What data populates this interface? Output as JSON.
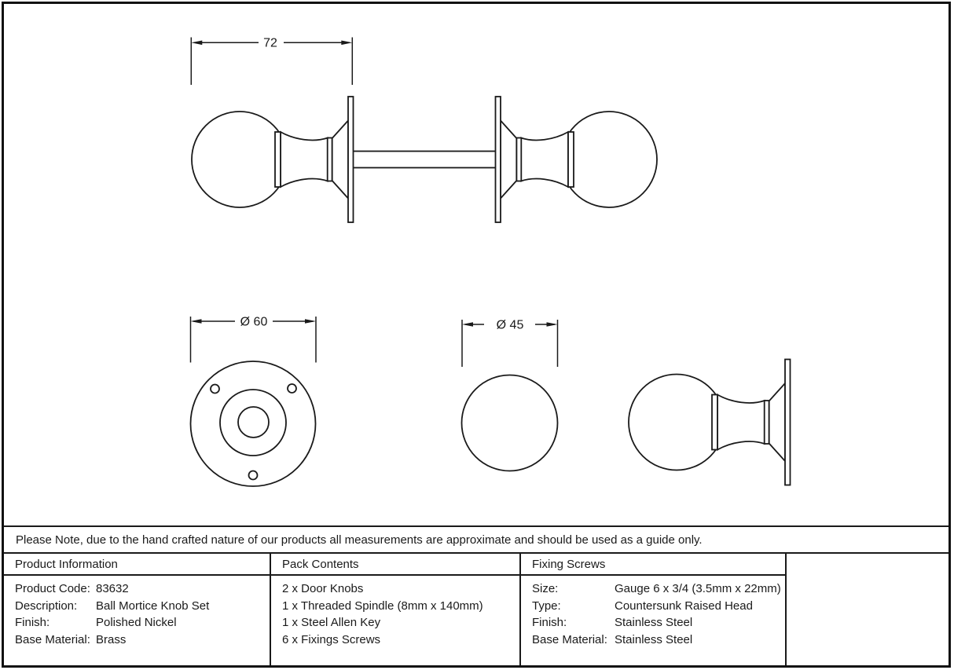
{
  "colors": {
    "line": "#1a1a1a",
    "background": "#ffffff",
    "border": "#111111"
  },
  "drawing": {
    "dimensions": {
      "projection": "72",
      "rose_diameter": "Ø 60",
      "knob_diameter": "Ø 45"
    }
  },
  "note": "Please Note, due to the hand crafted nature of our products all measurements are approximate and should be used as a guide only.",
  "product_information": {
    "title": "Product Information",
    "rows": [
      {
        "label": "Product Code:",
        "value": "83632"
      },
      {
        "label": "Description:",
        "value": "Ball Mortice Knob Set"
      },
      {
        "label": "Finish:",
        "value": "Polished Nickel"
      },
      {
        "label": "Base Material:",
        "value": "Brass"
      }
    ]
  },
  "pack_contents": {
    "title": "Pack Contents",
    "items": [
      "2 x Door Knobs",
      "1 x Threaded Spindle (8mm x 140mm)",
      "1 x Steel Allen Key",
      "6 x Fixings Screws"
    ]
  },
  "fixing_screws": {
    "title": "Fixing Screws",
    "rows": [
      {
        "label": "Size:",
        "value": "Gauge 6 x 3/4 (3.5mm x 22mm)"
      },
      {
        "label": "Type:",
        "value": "Countersunk Raised Head"
      },
      {
        "label": "Finish:",
        "value": "Stainless Steel"
      },
      {
        "label": "Base Material:",
        "value": "Stainless Steel"
      }
    ]
  }
}
